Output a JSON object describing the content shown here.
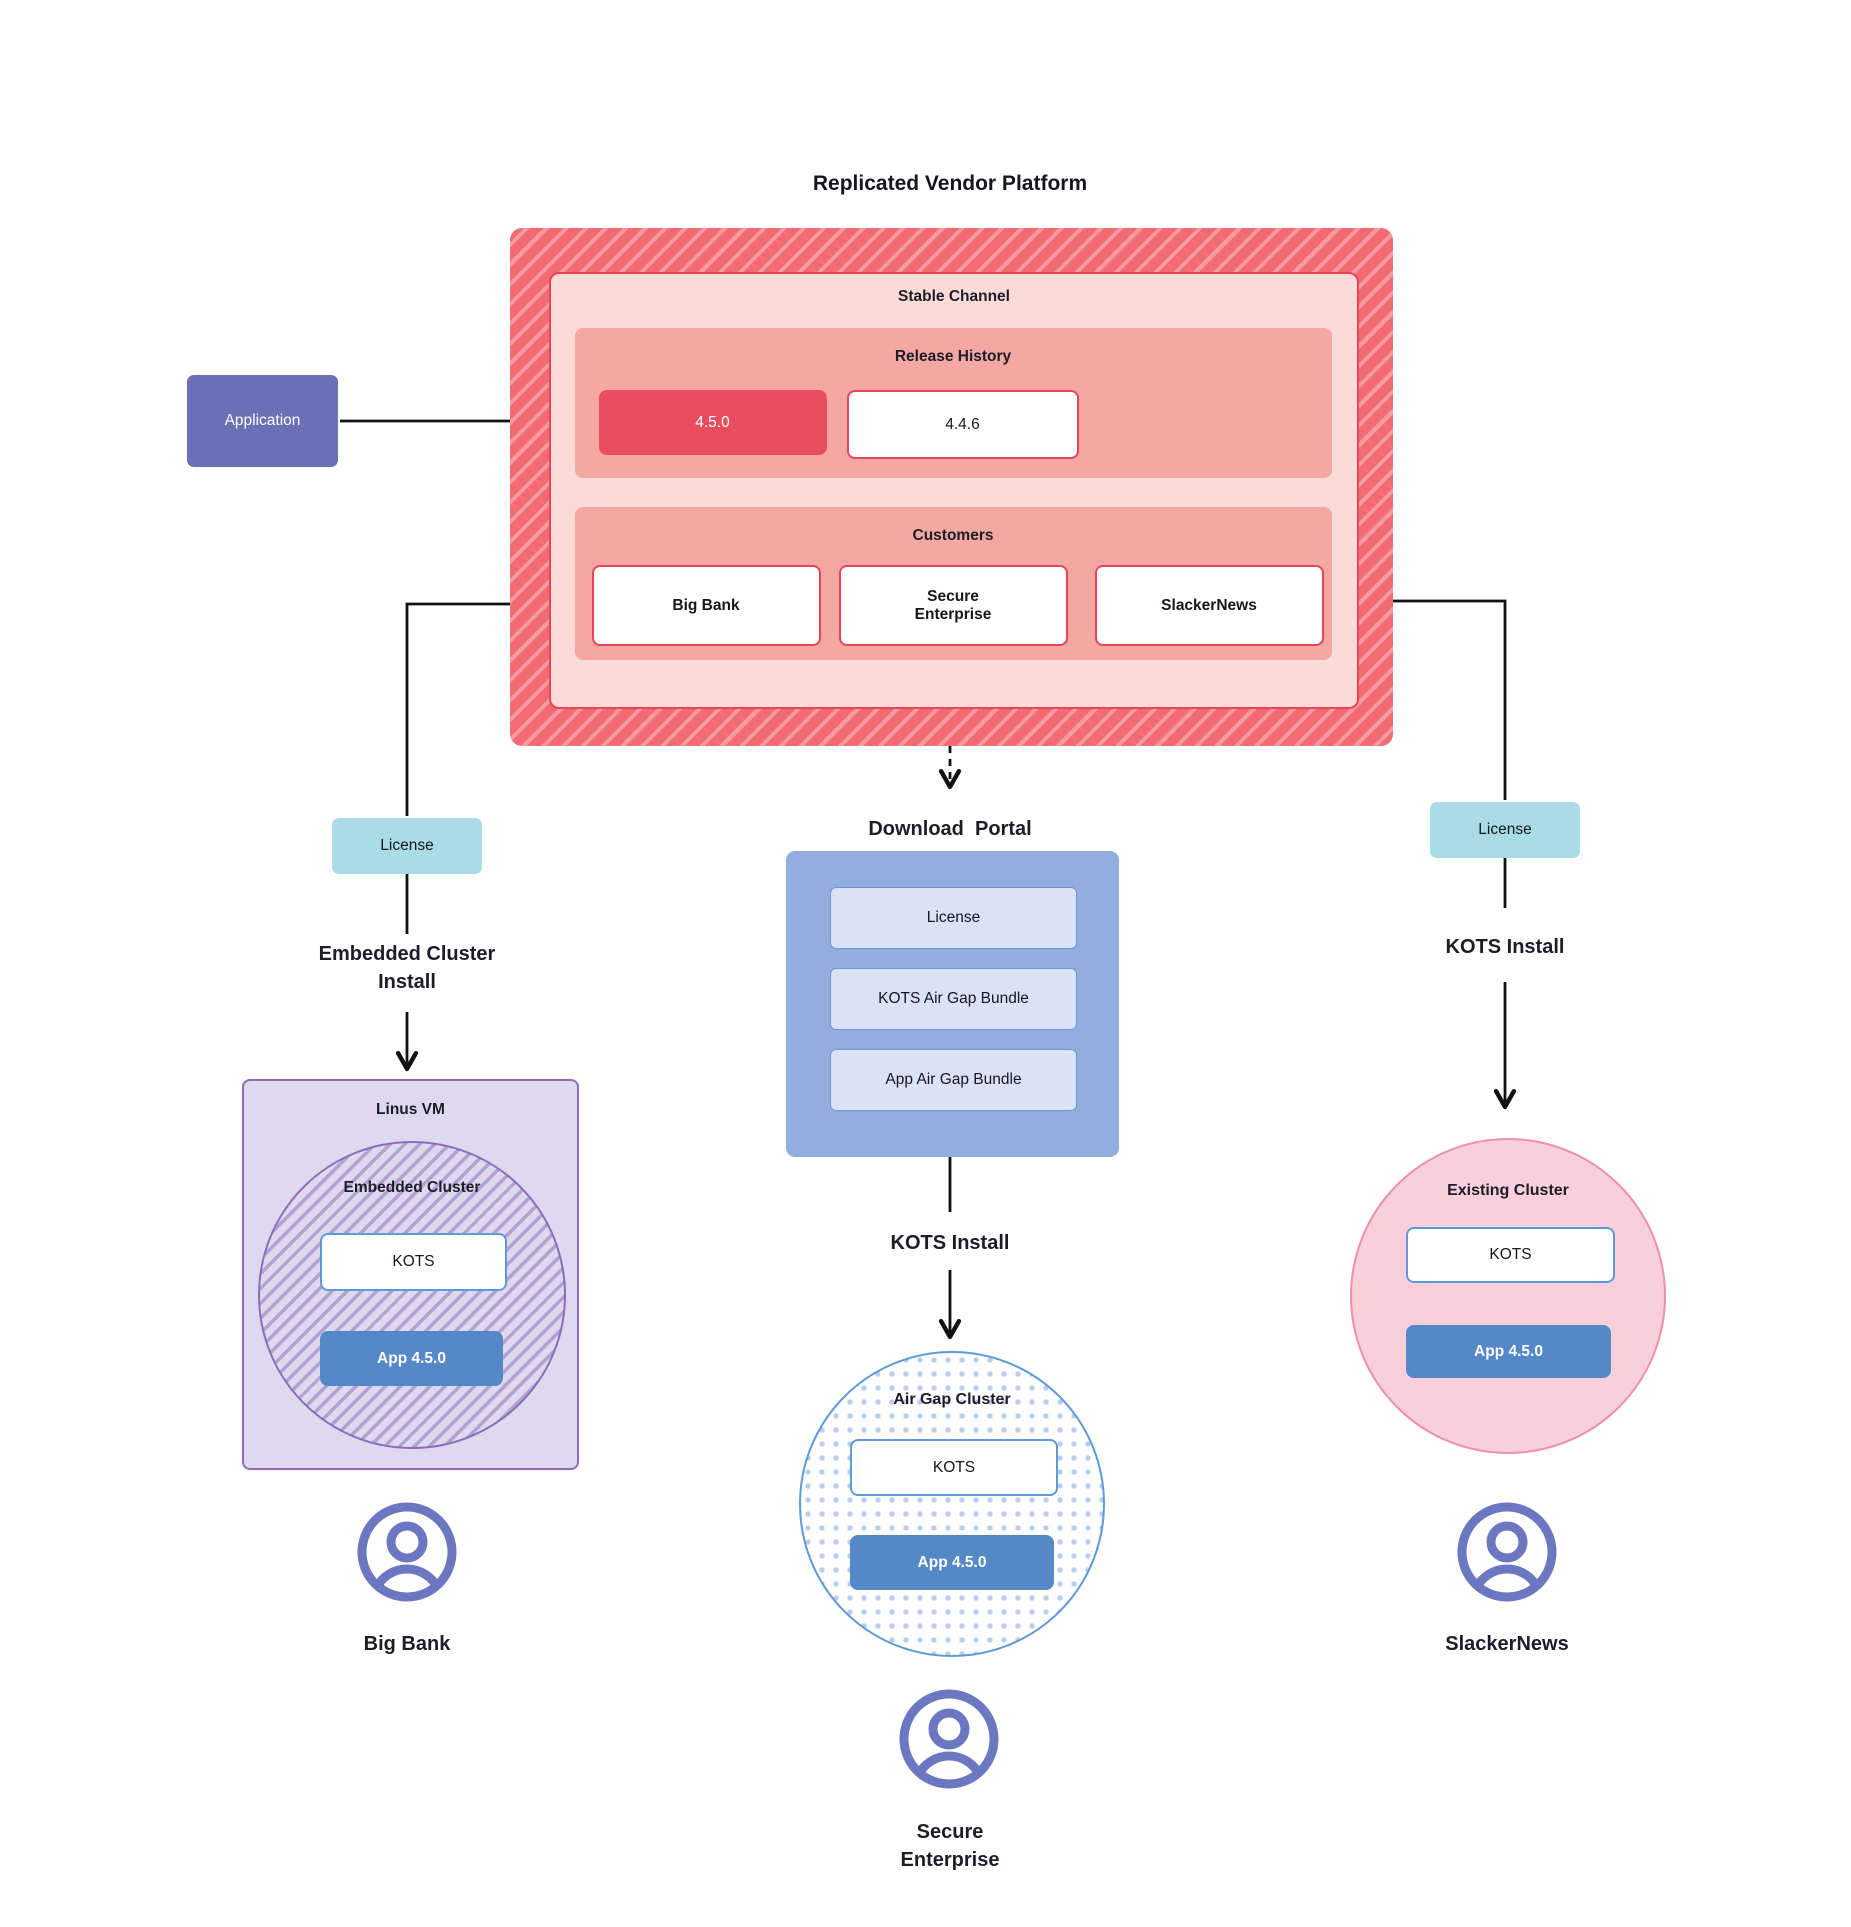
{
  "title": "Replicated Vendor Platform",
  "application": {
    "label": "Application"
  },
  "platform": {
    "channel_label": "Stable Channel",
    "release_history_label": "Release History",
    "releases": [
      {
        "version": "4.5.0",
        "state": "current"
      },
      {
        "version": "4.4.6",
        "state": "previous"
      }
    ],
    "customers_label": "Customers",
    "customers": [
      {
        "name": "Big Bank"
      },
      {
        "name": "Secure Enterprise"
      },
      {
        "name": "SlackerNews"
      }
    ]
  },
  "left_flow": {
    "license_label": "License",
    "install_label": "Embedded Cluster Install",
    "vm_label": "Linus VM",
    "cluster_label": "Embedded Cluster",
    "kots_label": "KOTS",
    "app_label": "App 4.5.0",
    "user_label": "Big Bank"
  },
  "center_flow": {
    "portal_label": "Download  Portal",
    "portal_items": [
      {
        "label": "License"
      },
      {
        "label": "KOTS Air Gap Bundle"
      },
      {
        "label": "App Air Gap Bundle"
      }
    ],
    "install_label": "KOTS Install",
    "cluster_label": "Air Gap Cluster",
    "kots_label": "KOTS",
    "app_label": "App 4.5.0",
    "user_label": "Secure Enterprise"
  },
  "right_flow": {
    "license_label": "License",
    "install_label": "KOTS Install",
    "cluster_label": "Existing Cluster",
    "kots_label": "KOTS",
    "app_label": "App 4.5.0",
    "user_label": "SlackerNews"
  },
  "icons": {
    "user": "user-circle-icon"
  },
  "colors": {
    "platform_hatch_base": "#f26b72",
    "platform_hatch_stripe": "#f59aa0",
    "channel_fill": "#fbdbd7",
    "channel_border": "#e8435a",
    "group_fill": "#f5a8a3",
    "release_current_fill": "#e94d5e",
    "application_fill": "#6b6fb5",
    "license_fill": "#a9dce6",
    "portal_fill": "#92aede",
    "portal_item_fill": "#dbe2f5",
    "portal_item_border": "#7195cf",
    "app_node_fill": "#5588c7",
    "kots_border": "#5e9ad9",
    "vm_fill": "#ded9ef",
    "vm_border": "#8d6cbb",
    "existing_fill": "#f9cfdc",
    "existing_border": "#ef8fac",
    "dot_color": "#b9cdf0",
    "user_icon": "#6c77c1",
    "line_color": "#111111"
  }
}
